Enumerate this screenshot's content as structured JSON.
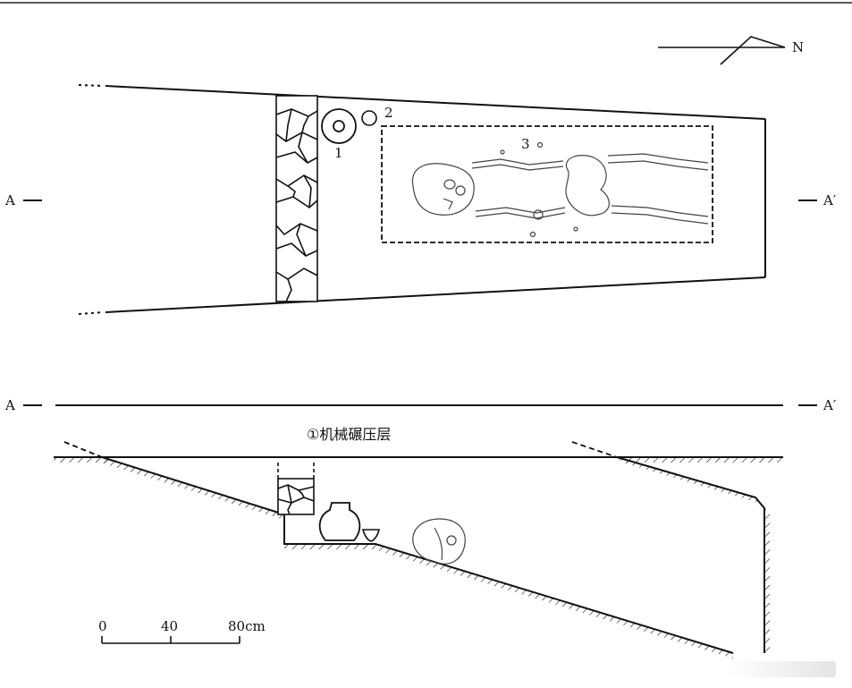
{
  "north_label": "N",
  "section_label_left": "A",
  "section_label_right": "A′",
  "artifact_labels": [
    "1",
    "2",
    "3"
  ],
  "layer_label": "①机械碾压层",
  "scale_bar": {
    "ticks": [
      "0",
      "40",
      "80cm"
    ]
  },
  "colors": {
    "line": "#111111",
    "bone": "#444444",
    "background": "#ffffff"
  }
}
